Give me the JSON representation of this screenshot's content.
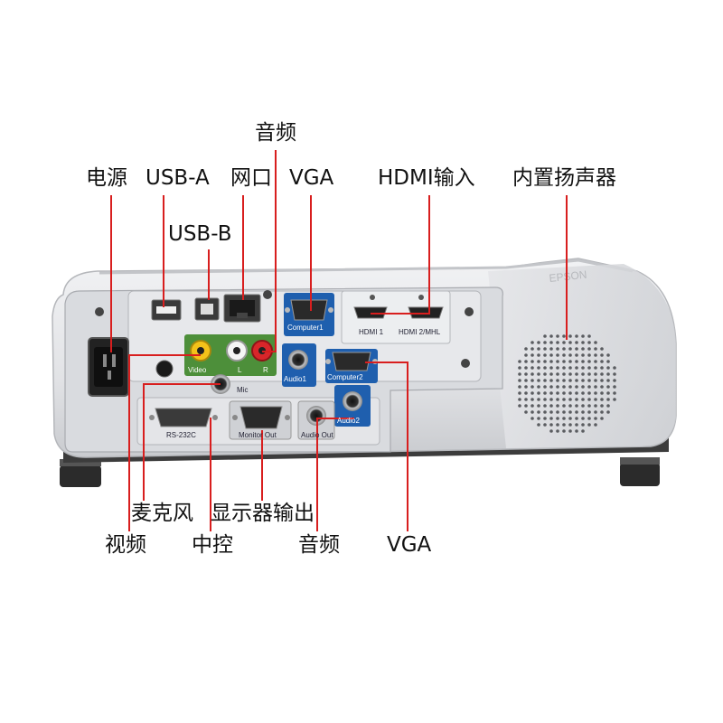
{
  "annotations": {
    "power": "电源",
    "usb_a": "USB-A",
    "lan": "网口",
    "vga_top": "VGA",
    "hdmi": "HDMI输入",
    "speaker": "内置扬声器",
    "usb_b": "USB-B",
    "audio_top": "音频",
    "mic": "麦克风",
    "monitor_out": "显示器输出",
    "video": "视频",
    "control": "中控",
    "audio_bottom": "音频",
    "vga_bottom": "VGA"
  },
  "panel_labels": {
    "computer1": "Computer1",
    "computer2": "Computer2",
    "hdmi1": "HDMI 1",
    "hdmi2": "HDMI 2/MHL",
    "video": "Video",
    "left": "L",
    "right": "R",
    "audio1": "Audio1",
    "audio2": "Audio2",
    "mic": "Mic",
    "rs232c": "RS-232C",
    "monitor_out": "Monitor Out",
    "audio_out": "Audio Out"
  },
  "colors": {
    "leader_line": "#d81e1e",
    "projector_body": "#e6e7ea",
    "port_panel": "#d5d7db",
    "vga_blue": "#1f5fae",
    "video_yellow": "#f4c21a",
    "audio_red": "#d8262a"
  }
}
